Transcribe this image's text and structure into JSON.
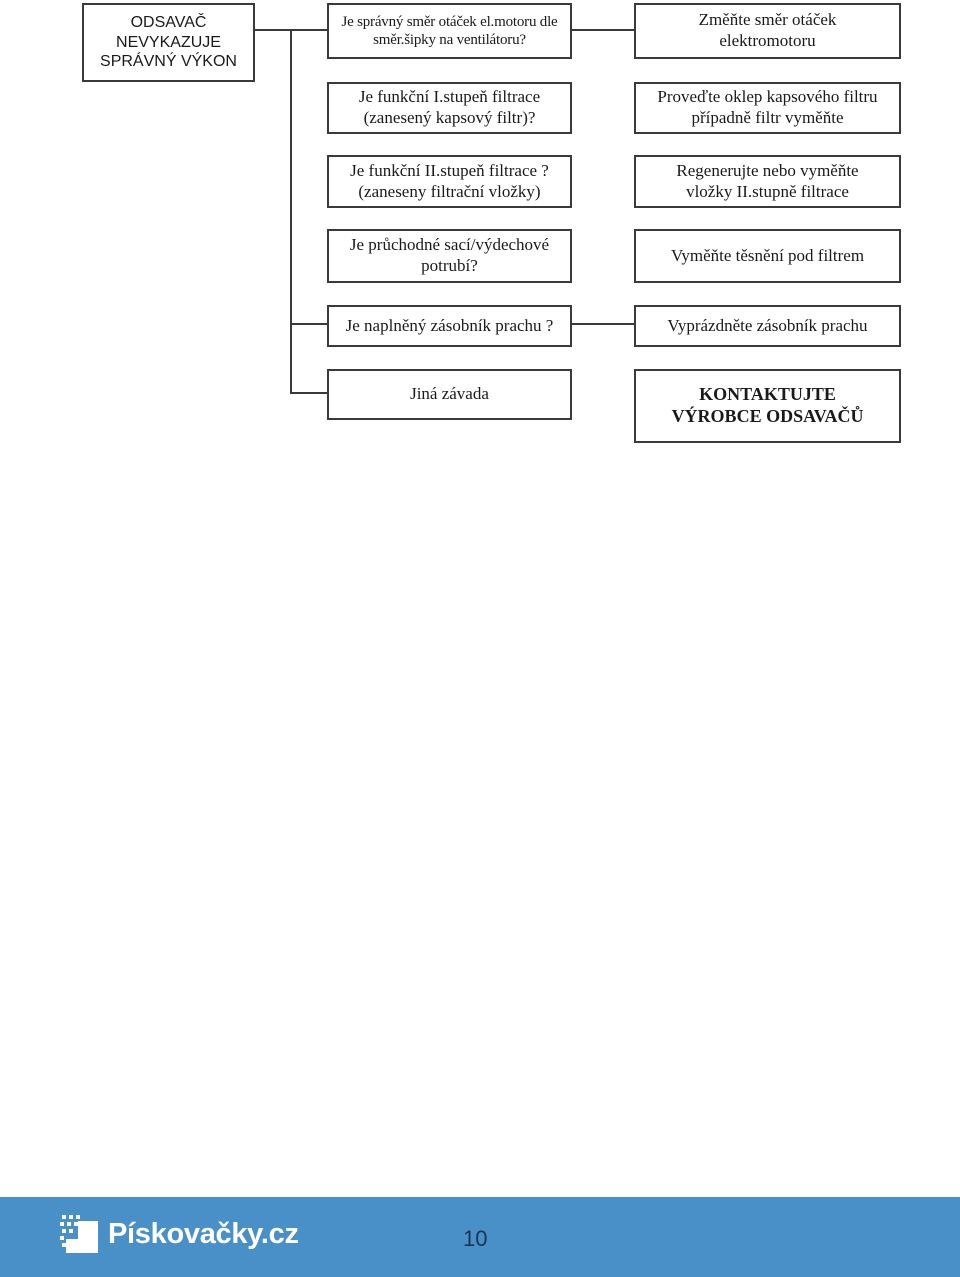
{
  "root": {
    "lines": [
      "ODSAVAČ",
      "NEVYKAZUJE",
      "SPRÁVNÝ VÝKON"
    ]
  },
  "rows": [
    {
      "question": [
        "Je správný směr otáček el.motoru dle",
        "směr.šipky na ventilátoru?"
      ],
      "action": [
        "Změňte směr otáček",
        "elektromotoru"
      ]
    },
    {
      "question": [
        "Je funkční I.stupeň filtrace",
        "(zanesený kapsový filtr)?"
      ],
      "action": [
        "Proveďte oklep kapsového filtru",
        "případně filtr vyměňte"
      ]
    },
    {
      "question": [
        "Je funkční II.stupeň filtrace ?",
        "(zaneseny filtrační vložky)"
      ],
      "action": [
        "Regenerujte nebo vyměňte",
        "vložky II.stupně filtrace"
      ]
    },
    {
      "question": [
        "Je průchodné sací/výdechové",
        "potrubí?"
      ],
      "action": [
        "Vyměňte těsnění pod filtrem"
      ]
    },
    {
      "question": [
        "Je naplněný zásobník prachu ?"
      ],
      "action": [
        "Vyprázdněte zásobník prachu"
      ]
    },
    {
      "question": [
        "Jiná závada"
      ],
      "action": [
        "KONTAKTUJTE",
        "VÝROBCE ODSAVAČŮ"
      ]
    }
  ],
  "footer": {
    "brand": "Pískovačky.cz",
    "page_number": "10",
    "color": "#4a90c8"
  }
}
